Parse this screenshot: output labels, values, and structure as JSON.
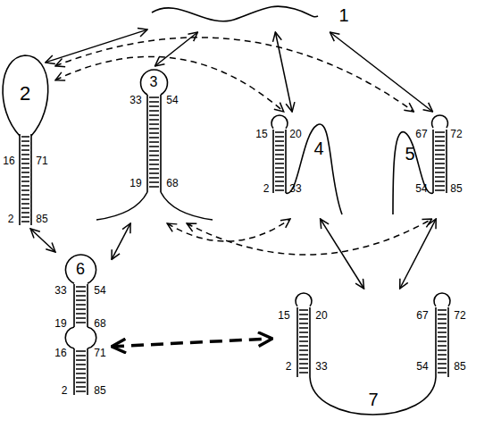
{
  "diagram": {
    "nodes": [
      {
        "text": [
          "1"
        ]
      },
      {
        "text": [
          "2",
          "16",
          "71",
          "2",
          "85"
        ]
      },
      {
        "text": [
          "3",
          "33",
          "54",
          "19",
          "68"
        ]
      },
      {
        "text": [
          "15",
          "20",
          "4",
          "2",
          "33"
        ]
      },
      {
        "text": [
          "67",
          "72",
          "5",
          "54",
          "85"
        ]
      },
      {
        "text": [
          "6",
          "33",
          "54",
          "19",
          "68",
          "16",
          "71",
          "2",
          "85"
        ]
      },
      {
        "text": [
          "15",
          "20",
          "67",
          "72",
          "2",
          "33",
          "54",
          "85",
          "7"
        ]
      }
    ],
    "edges": [
      {
        "from": 0,
        "to": 1,
        "arrow": "both"
      },
      {
        "from": 0,
        "to": 2,
        "arrow": "both"
      },
      {
        "from": 0,
        "to": 3,
        "arrow": "both"
      },
      {
        "from": 0,
        "to": 4,
        "arrow": "both"
      },
      {
        "from": 1,
        "to": 5,
        "arrow": "both"
      },
      {
        "from": 2,
        "to": 5,
        "arrow": "both"
      },
      {
        "from": 3,
        "to": 6,
        "arrow": "both"
      },
      {
        "from": 4,
        "to": 6,
        "arrow": "both"
      },
      {
        "from": 1,
        "to": 3,
        "arrow": "both"
      },
      {
        "from": 1,
        "to": 4,
        "arrow": "both"
      },
      {
        "from": 2,
        "to": 3,
        "arrow": "both"
      },
      {
        "from": 2,
        "to": 4,
        "arrow": "both"
      },
      {
        "from": 5,
        "to": 6,
        "arrow": "both"
      }
    ]
  }
}
